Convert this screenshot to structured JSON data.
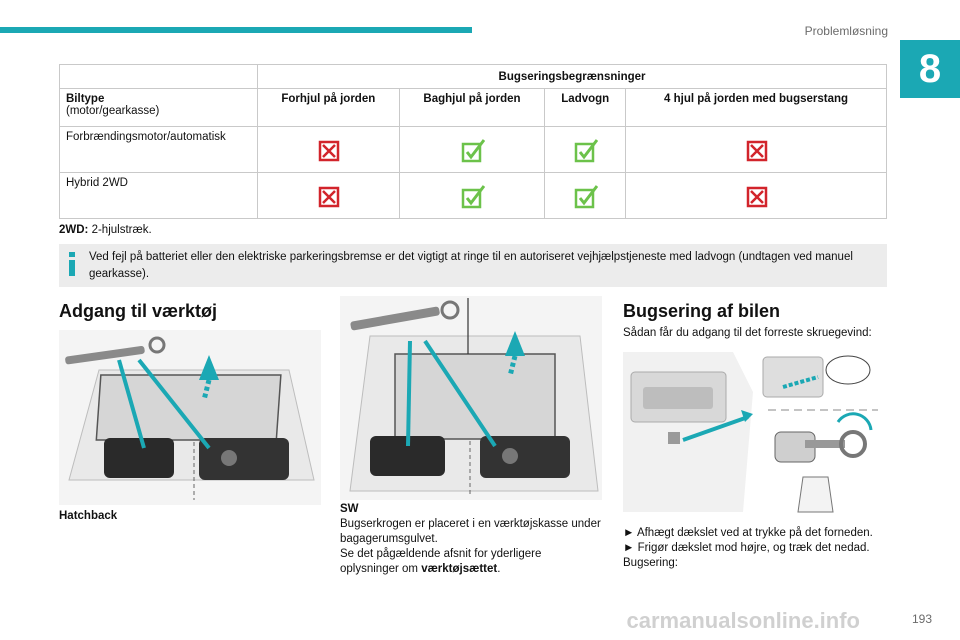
{
  "header": {
    "section_title": "Problemløsning",
    "chapter_number": "8",
    "accent_color": "#1ba8b4"
  },
  "table": {
    "main_header": "Bugseringsbegrænsninger",
    "row_header_bold": "Biltype",
    "row_header_sub": "(motor/gearkasse)",
    "columns": [
      "Forhjul på jorden",
      "Baghjul på jorden",
      "Ladvogn",
      "4 hjul på jorden med bugserstang"
    ],
    "rows": [
      {
        "label": "Forbrændingsmotor/automatisk",
        "values": [
          "no",
          "yes",
          "yes",
          "no"
        ]
      },
      {
        "label": "Hybrid 2WD",
        "values": [
          "no",
          "yes",
          "yes",
          "no"
        ]
      }
    ],
    "yes_color": "#6cc24a",
    "no_color": "#d2242b"
  },
  "note_2wd": {
    "term": "2WD:",
    "text": " 2-hjulstræk."
  },
  "info_box": {
    "icon": "info-icon",
    "text": "Ved fejl på batteriet eller den elektriske parkeringsbremse er det vigtigt at ringe til en autoriseret vejhjælpstjeneste med ladvogn (undtagen ved manuel gearkasse)."
  },
  "left_section": {
    "heading": "Adgang til værktøj",
    "hatchback_caption": "Hatchback",
    "sw_title": "SW",
    "sw_line1": "Bugserkrogen er placeret i en værktøjskasse under bagagerumsgulvet.",
    "sw_line2_pre": "Se det pågældende afsnit for yderligere oplysninger om ",
    "sw_line2_bold": "værktøjsættet",
    "sw_line2_post": "."
  },
  "right_section": {
    "heading": "Bugsering af bilen",
    "intro": "Sådan får du adgang til det forreste skruegevind:",
    "step1": "► Afhægt dækslet ved at trykke på det forneden.",
    "step2": "► Frigør dækslet mod højre, og træk det nedad.",
    "step3": "Bugsering:"
  },
  "footer": {
    "page_number": "193",
    "watermark": "carmanualsonline.info"
  }
}
